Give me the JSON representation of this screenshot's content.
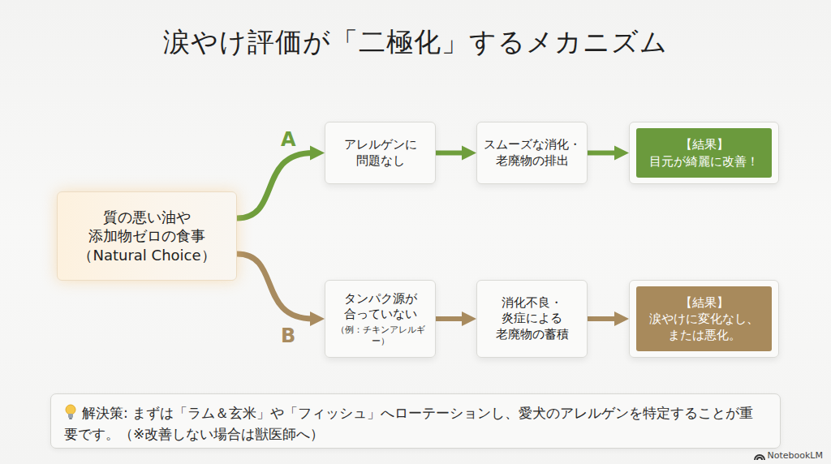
{
  "diagram": {
    "title": "涙やけ評価が「二極化」するメカニズム",
    "nodes": [
      {
        "text": [
          "質の悪い油や 添加物ゼロの食事 （Natural Choice）"
        ]
      },
      {
        "text": [
          "アレルゲンに 問題なし"
        ]
      },
      {
        "text": [
          "スムーズな消化・ 老廃物の排出"
        ]
      },
      {
        "text": [
          "【結果】",
          "目元が綺麗に改善！"
        ]
      },
      {
        "text": [
          "タンパク源が 合っていない",
          "（例：チキンアレルギー）"
        ]
      },
      {
        "text": [
          "消化不良・ 炎症による 老廃物の蓄積"
        ]
      },
      {
        "text": [
          "【結果】",
          "涙やけに変化なし、 または悪化。"
        ]
      },
      {
        "text": [
          "解決策: まずは「ラム＆玄米」や「フィッシュ」へローテーションし、愛犬のアレルゲンを特定することが重要です。（※改善しない場合は獣医師へ）"
        ]
      }
    ],
    "edges": [
      {
        "from": 0,
        "to": 1,
        "arrow": "to",
        "label": "A"
      },
      {
        "from": 1,
        "to": 2,
        "arrow": "to"
      },
      {
        "from": 2,
        "to": 3,
        "arrow": "to"
      },
      {
        "from": 0,
        "to": 4,
        "arrow": "to",
        "label": "B"
      },
      {
        "from": 4,
        "to": 5,
        "arrow": "to"
      },
      {
        "from": 5,
        "to": 6,
        "arrow": "to"
      }
    ],
    "labels": [
      "NotebookLM"
    ]
  }
}
